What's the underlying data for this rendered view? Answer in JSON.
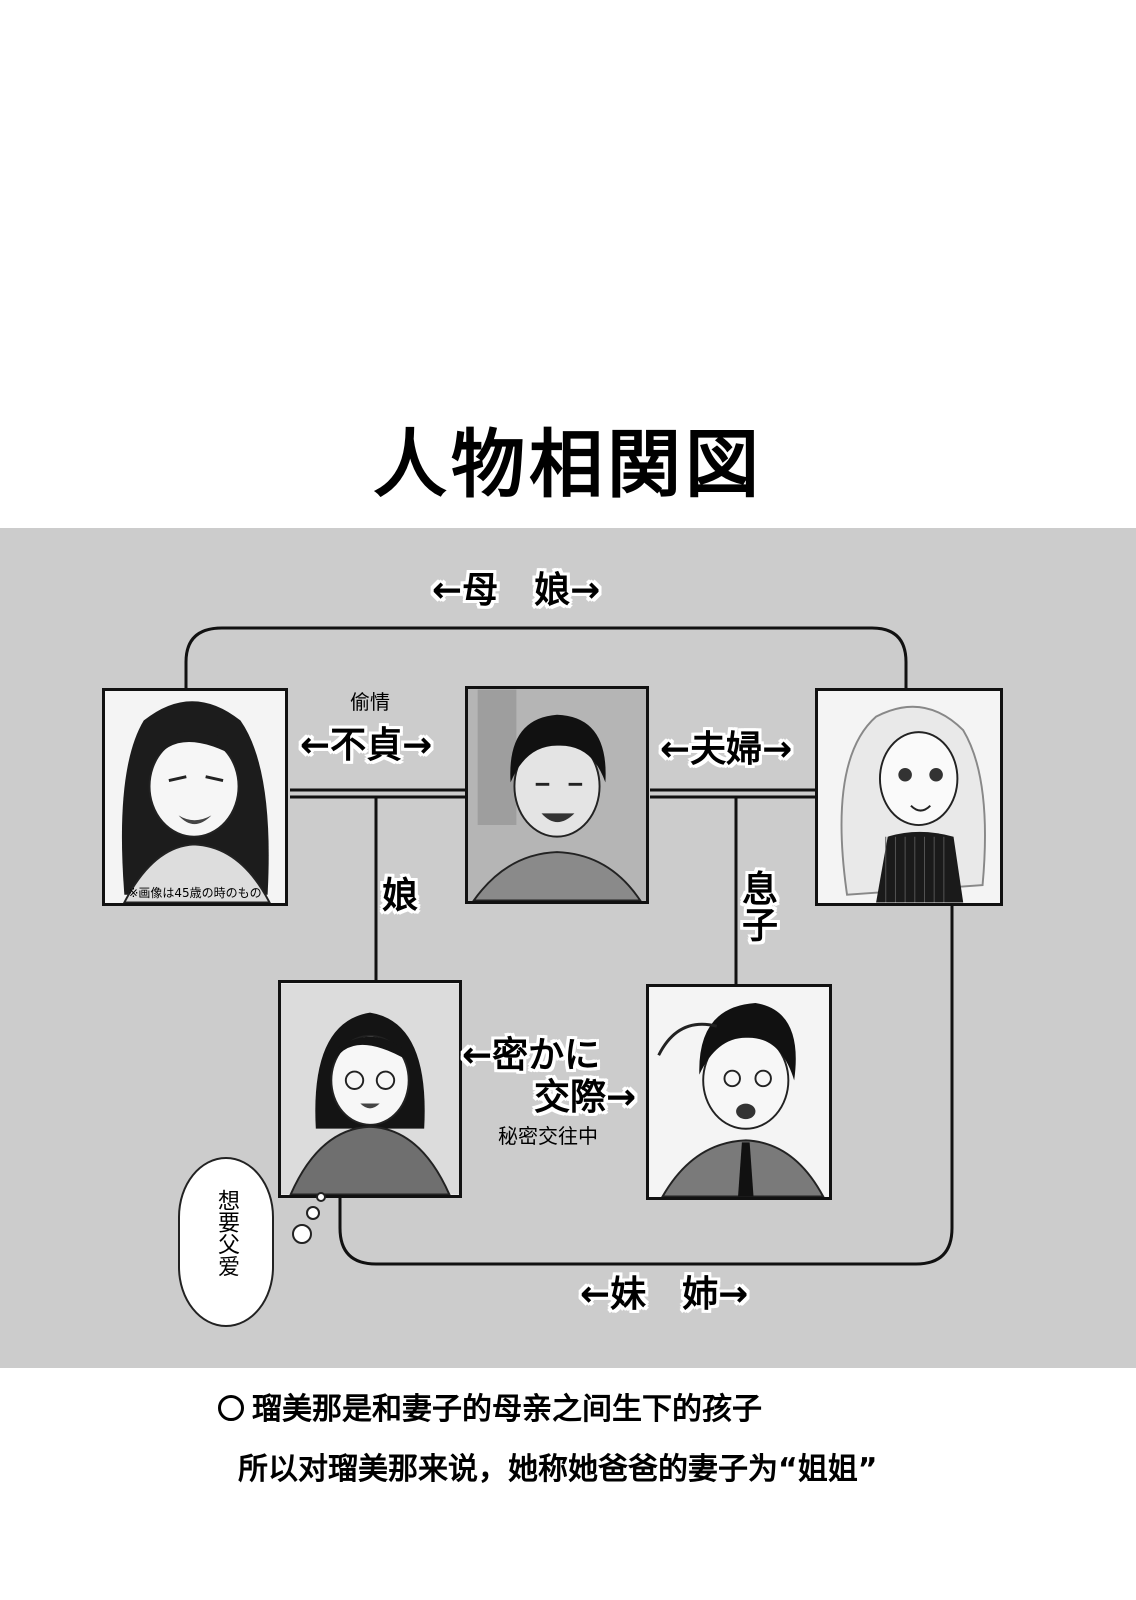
{
  "title": "人物相関図",
  "labels": {
    "mother_daughter": "←母　娘→",
    "adultery_note": "偷情",
    "adultery": "←不貞→",
    "married": "←夫婦→",
    "daughter": "娘",
    "son": "息子",
    "secret_dating_line1": "←密かに",
    "secret_dating_line2": "交際→",
    "secret_dating_note": "秘密交往中",
    "sisters": "←妹　姉→"
  },
  "portraits": {
    "top_left_caption": "※画像は45歳の時のもの"
  },
  "thought_bubble": "想要父爱",
  "footer": {
    "line1": "瑠美那是和妻子的母亲之间生下的孩子",
    "line2": "所以对瑠美那来说，她称她爸爸的妻子为“姐姐”"
  },
  "colors": {
    "panel": "#cccccc",
    "line": "#111111"
  }
}
